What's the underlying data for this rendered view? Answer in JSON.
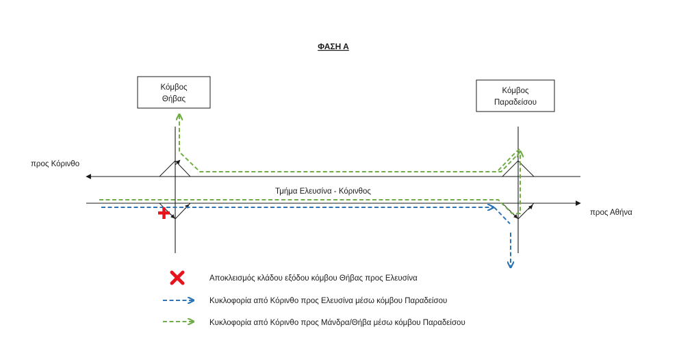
{
  "title": "ΦΑΣΗ Α",
  "nodes": {
    "thebes": {
      "line1": "Κόμβος",
      "line2": "Θήβας"
    },
    "paradeisos": {
      "line1": "Κόμβος",
      "line2": "Παραδείσου"
    }
  },
  "directions": {
    "to_korinthos": "προς Κόρινθο",
    "to_athens": "προς Αθήνα"
  },
  "segment_label": "Τμήμα Ελευσίνα - Κόρινθος",
  "legend": [
    {
      "icon": "red-x",
      "text": "Αποκλεισμός κλάδου εξόδου κόμβου Θήβας προς Ελευσίνα"
    },
    {
      "icon": "blue-dashed-arrow",
      "text": "Κυκλοφορία από Κόρινθο προς Ελευσίνα μέσω κόμβου Παραδείσου"
    },
    {
      "icon": "green-dashed-arrow",
      "text": "Κυκλοφορία από Κόρινθο προς Μάνδρα/Θήβα μέσω κόμβου Παραδείσου"
    }
  ],
  "colors": {
    "green": "#70ad47",
    "blue": "#2e75b6",
    "red": "#e8141c",
    "line": "#1a1a1a"
  }
}
